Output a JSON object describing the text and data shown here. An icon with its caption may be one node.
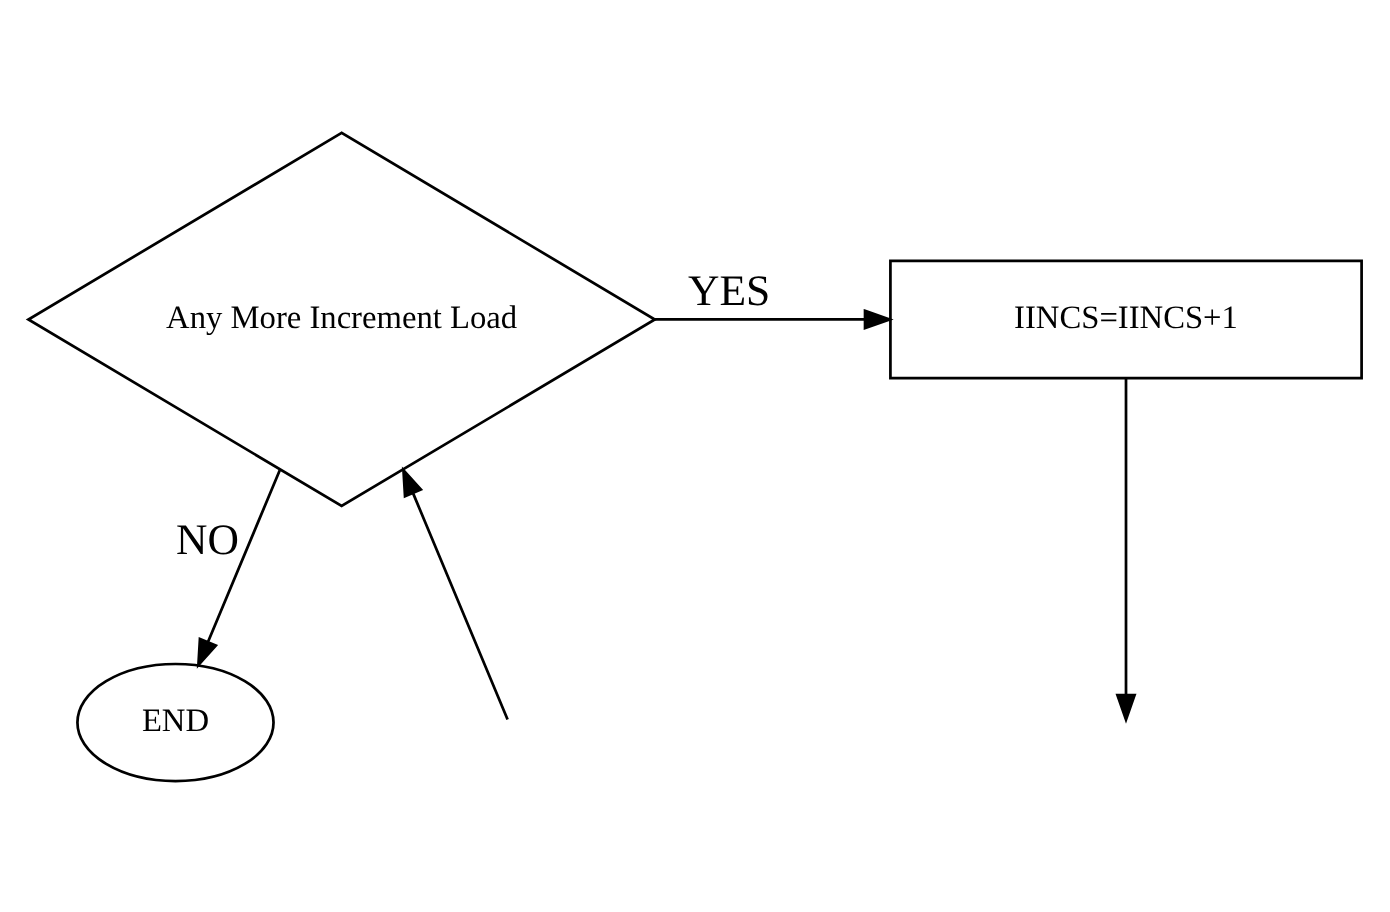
{
  "diagram": {
    "nodes": [
      {
        "text": [
          "Any More Increment Load"
        ]
      },
      {
        "text": [
          "IINCS=IINCS+1"
        ]
      },
      {
        "text": [
          "END"
        ]
      }
    ],
    "edges": [
      {
        "from": null,
        "to": 0,
        "arrow": "to"
      },
      {
        "from": 0,
        "to": 1,
        "arrow": "to",
        "label": "YES"
      },
      {
        "from": 1,
        "to": null,
        "arrow": "to"
      },
      {
        "from": 0,
        "to": 2,
        "arrow": "to",
        "label": "NO"
      }
    ]
  }
}
